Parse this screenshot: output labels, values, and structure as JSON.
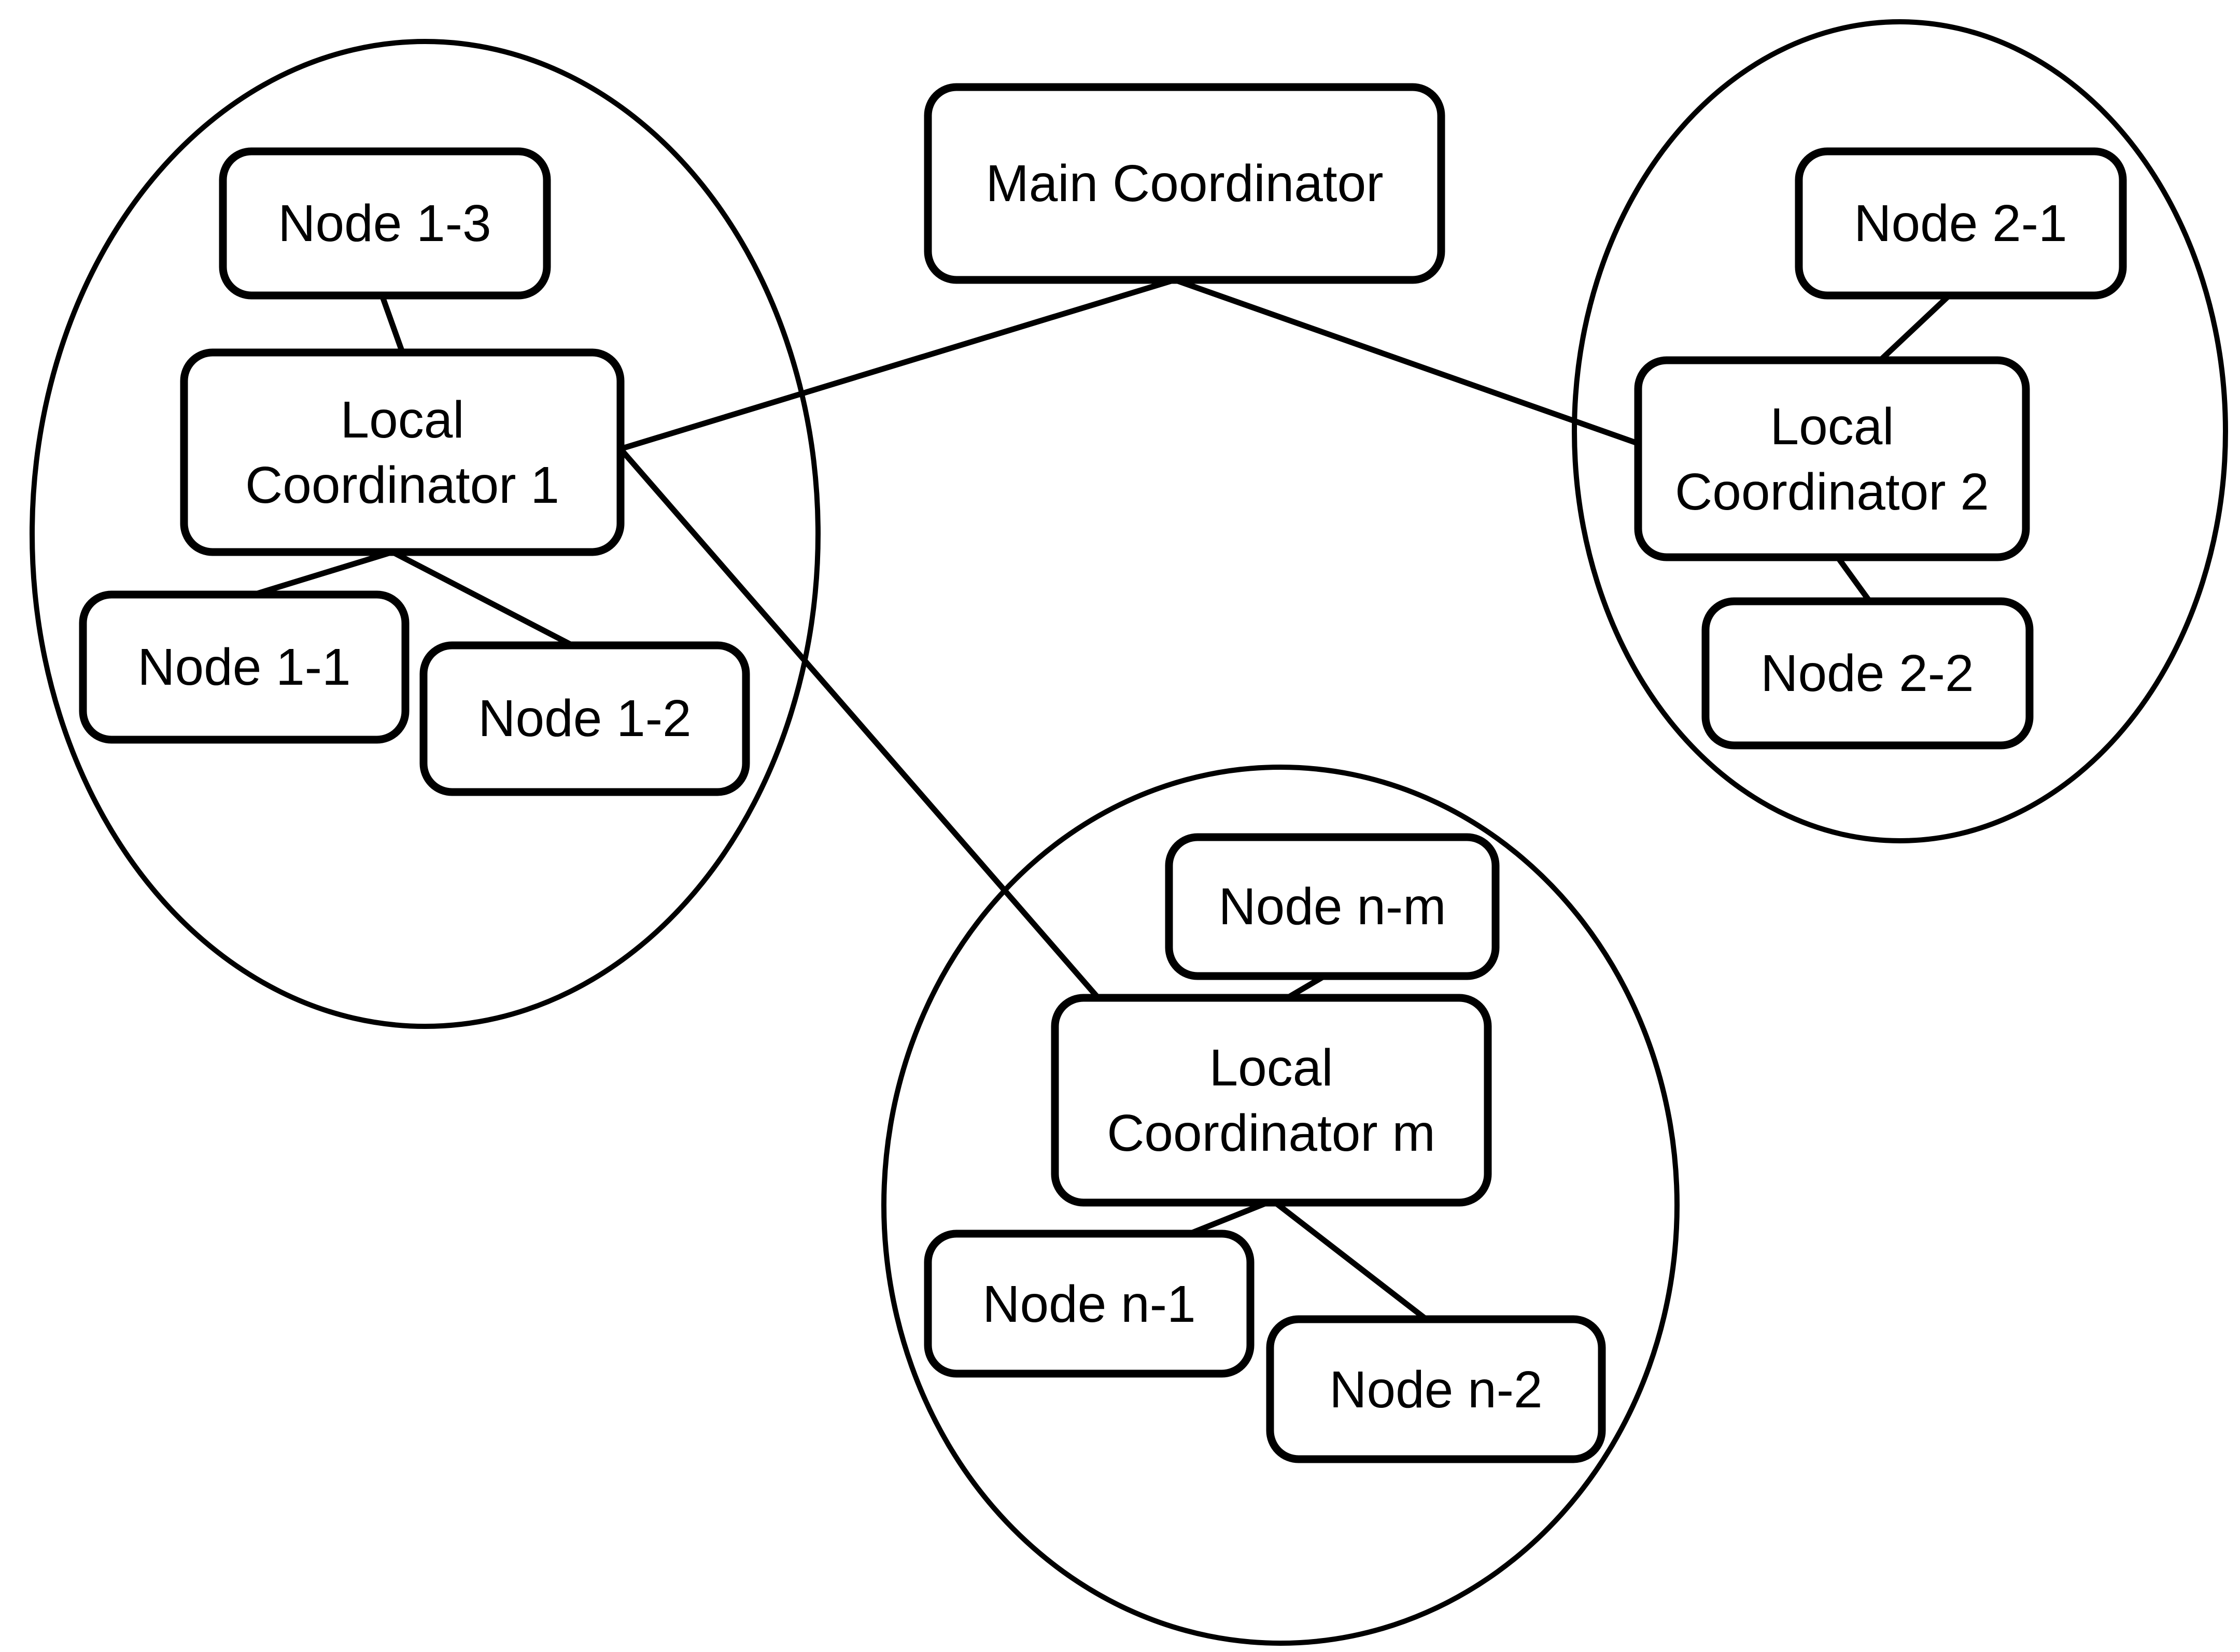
{
  "diagram": {
    "type": "network-topology",
    "nodes": [
      {
        "id": "main-coordinator",
        "label": "Main Coordinator",
        "lines": [
          "Main Coordinator"
        ],
        "cluster": null
      },
      {
        "id": "node-1-3",
        "label": "Node 1-3",
        "lines": [
          "Node 1-3"
        ],
        "cluster": "cluster-1"
      },
      {
        "id": "local-coordinator-1",
        "label": "Local Coordinator 1",
        "lines": [
          "Local",
          "Coordinator 1"
        ],
        "cluster": "cluster-1"
      },
      {
        "id": "node-1-1",
        "label": "Node 1-1",
        "lines": [
          "Node 1-1"
        ],
        "cluster": "cluster-1"
      },
      {
        "id": "node-1-2",
        "label": "Node 1-2",
        "lines": [
          "Node 1-2"
        ],
        "cluster": "cluster-1"
      },
      {
        "id": "node-2-1",
        "label": "Node 2-1",
        "lines": [
          "Node 2-1"
        ],
        "cluster": "cluster-2"
      },
      {
        "id": "local-coordinator-2",
        "label": "Local Coordinator 2",
        "lines": [
          "Local",
          "Coordinator 2"
        ],
        "cluster": "cluster-2"
      },
      {
        "id": "node-2-2",
        "label": "Node 2-2",
        "lines": [
          "Node 2-2"
        ],
        "cluster": "cluster-2"
      },
      {
        "id": "node-n-m",
        "label": "Node n-m",
        "lines": [
          "Node n-m"
        ],
        "cluster": "cluster-m"
      },
      {
        "id": "local-coordinator-m",
        "label": "Local Coordinator m",
        "lines": [
          "Local",
          "Coordinator m"
        ],
        "cluster": "cluster-m"
      },
      {
        "id": "node-n-1",
        "label": "Node n-1",
        "lines": [
          "Node n-1"
        ],
        "cluster": "cluster-m"
      },
      {
        "id": "node-n-2",
        "label": "Node n-2",
        "lines": [
          "Node n-2"
        ],
        "cluster": "cluster-m"
      }
    ],
    "clusters": [
      {
        "id": "cluster-1",
        "members": [
          "node-1-3",
          "local-coordinator-1",
          "node-1-1",
          "node-1-2"
        ]
      },
      {
        "id": "cluster-2",
        "members": [
          "node-2-1",
          "local-coordinator-2",
          "node-2-2"
        ]
      },
      {
        "id": "cluster-m",
        "members": [
          "node-n-m",
          "local-coordinator-m",
          "node-n-1",
          "node-n-2"
        ]
      }
    ],
    "edges": [
      {
        "from": "main-coordinator",
        "to": "local-coordinator-1"
      },
      {
        "from": "main-coordinator",
        "to": "local-coordinator-2"
      },
      {
        "from": "local-coordinator-1",
        "to": "local-coordinator-m"
      },
      {
        "from": "node-1-3",
        "to": "local-coordinator-1"
      },
      {
        "from": "local-coordinator-1",
        "to": "node-1-1"
      },
      {
        "from": "local-coordinator-1",
        "to": "node-1-2"
      },
      {
        "from": "node-2-1",
        "to": "local-coordinator-2"
      },
      {
        "from": "local-coordinator-2",
        "to": "node-2-2"
      },
      {
        "from": "node-n-m",
        "to": "local-coordinator-m"
      },
      {
        "from": "local-coordinator-m",
        "to": "node-n-1"
      },
      {
        "from": "local-coordinator-m",
        "to": "node-n-2"
      }
    ],
    "colors": {
      "stroke": "#000000",
      "background": "#ffffff",
      "box_fill": "#ffffff"
    }
  }
}
